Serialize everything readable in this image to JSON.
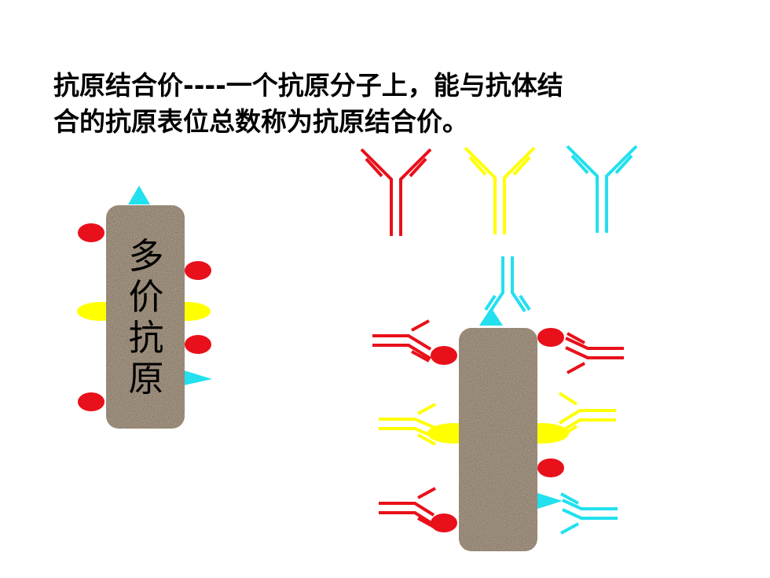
{
  "slide": {
    "title_line1": "抗原结合价----一个抗原分子上，能与抗体结",
    "title_line2": "合的抗原表位总数称为抗原结合价。",
    "antigen_label": [
      "多",
      "价",
      "抗",
      "原"
    ]
  },
  "colors": {
    "red": "#e8101a",
    "yellow": "#ffff00",
    "cyan": "#22e0ee",
    "antigen_body": "#a89a88"
  }
}
